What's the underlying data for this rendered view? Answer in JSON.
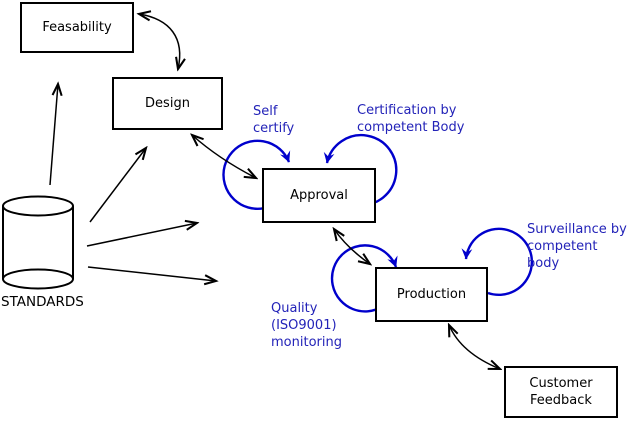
{
  "diagram": {
    "title_hint": "product lifecycle conformity flow",
    "boxes": [
      {
        "id": "feasability",
        "label": "Feasability"
      },
      {
        "id": "design",
        "label": "Design"
      },
      {
        "id": "approval",
        "label": "Approval"
      },
      {
        "id": "production",
        "label": "Production"
      },
      {
        "id": "customer_feedback",
        "label": "Customer\nFeedback"
      }
    ],
    "datastore": {
      "label": "STANDARDS"
    },
    "annotations": [
      {
        "id": "self_certify",
        "text": "Self\ncertify"
      },
      {
        "id": "certification",
        "text": "Certification by\ncompetent Body"
      },
      {
        "id": "surveillance",
        "text": "Surveillance by\ncompetent body"
      },
      {
        "id": "quality",
        "text": "Quality\n(ISO9001)\nmonitoring"
      }
    ],
    "colors": {
      "line": "#000000",
      "loop": "#0000cc",
      "annotation_text": "#2323b8",
      "background": "#ffffff"
    }
  }
}
